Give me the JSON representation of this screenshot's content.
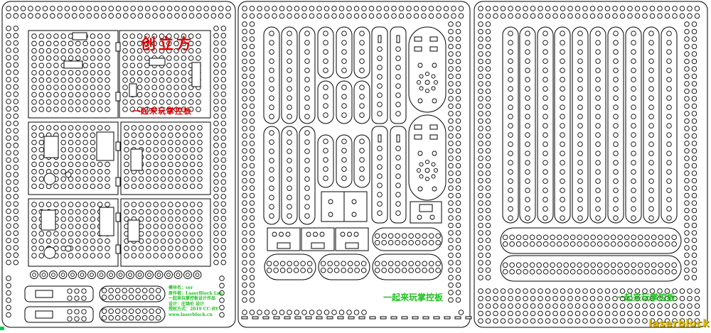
{
  "panels": [
    {
      "red_title": "创立方",
      "red_subtitle": "一起来玩掌控板",
      "credits": [
        "模块名：ver",
        "原作者：LaserBlock Lab",
        "一起来玩掌控板设计作品",
        "设计：庄锦伦 设计",
        "授权方式：2019 CC-BY",
        "www.laserblock.cn"
      ]
    },
    {
      "green_label": "一起来玩掌控板"
    },
    {
      "green_label": "一起来玩掌控板"
    }
  ],
  "watermark": "laserblock",
  "colors": {
    "stroke": "#000000",
    "red_text": "#e00000",
    "green_text": "#20c020",
    "watermark": "#e0c000",
    "corner_mark": "#00cc44"
  }
}
